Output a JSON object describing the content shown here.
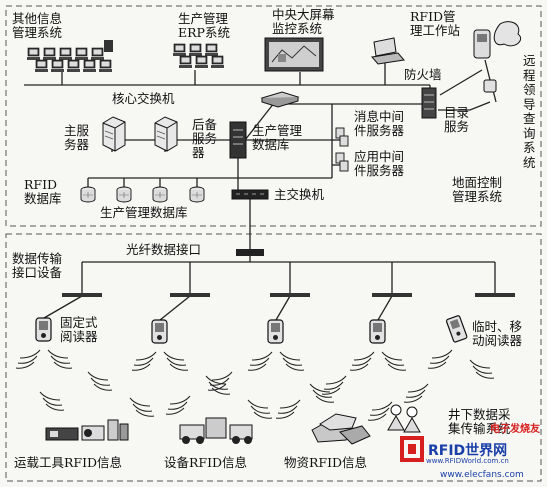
{
  "labels": {
    "other_mgmt": "其他信息\n管理系统",
    "erp": "生产管理\nERP系统",
    "big_screen": "中央大屏幕\n监控系统",
    "rfid_ws": "RFID管\n理工作站",
    "core_switch": "核心交换机",
    "firewall": "防火墙",
    "remote": "远\n程\n领\n导\n查\n询\n系\n统",
    "dir_service": "目录\n服务",
    "main_server": "主服\n务器",
    "backup_server": "后备\n服务\n器",
    "prod_db": "生产管理\n数据库",
    "msg_mw": "消息中间\n件服务器",
    "app_mw": "应用中间\n件服务器",
    "ground_ctrl": "地面控制\n管理系统",
    "rfid_db": "RFID\n数据库",
    "prod_db2": "生产管理数据库",
    "main_switch": "主交换机",
    "fiber_if": "光纤数据接口",
    "data_tx": "数据传输\n接口设备",
    "fixed_reader": "固定式\n阅读器",
    "mobile_reader": "临时、移\n动阅读器",
    "vehicle_rfid": "运载工具RFID信息",
    "equip_rfid": "设备RFID信息",
    "material_rfid": "物资RFID信息",
    "underground": "井下数据采\n集传输系统"
  },
  "watermark": {
    "brand": "RFID世界网",
    "url": "www.RFIDWorld.com.cn",
    "site": "www.elecfans.com",
    "corner": "电子发烧友"
  },
  "colors": {
    "line": "#222222",
    "dashed_border": "#555555",
    "background": "#f7f7f4",
    "watermark_red": "#d62020",
    "watermark_blue": "#1a3fa8"
  }
}
